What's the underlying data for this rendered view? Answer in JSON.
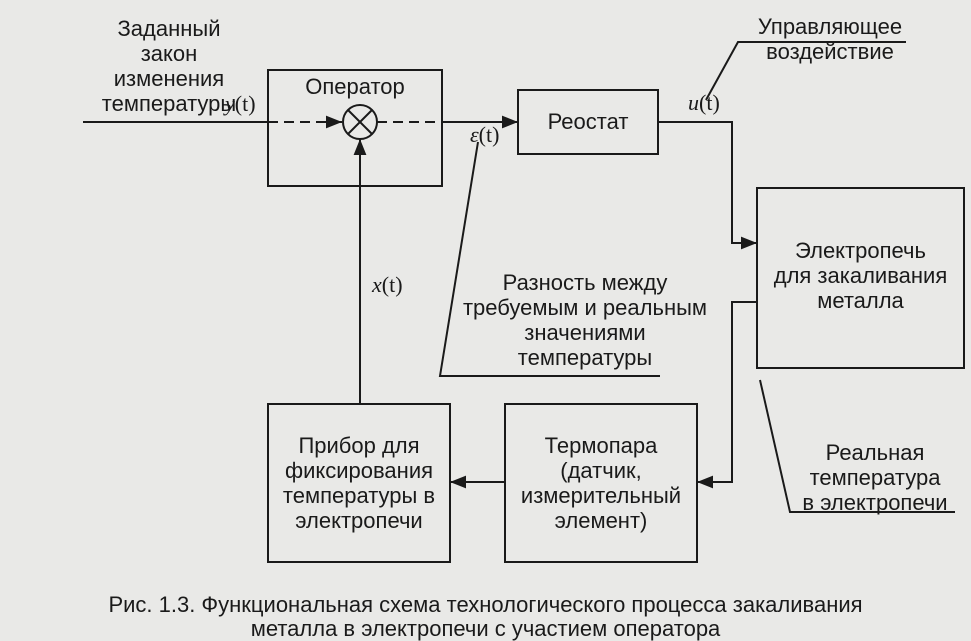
{
  "diagram": {
    "nodes": {
      "setpoint": "Заданный\nзакон\nизменения\nтемпературы",
      "operator": "Оператор",
      "rheostat": "Реостат",
      "control_action": "Управляющее\nвоздействие",
      "furnace": "Электропечь\nдля закаливания\nметалла",
      "difference": "Разность между\nтребуемым и реальным\nзначениями\nтемпературы",
      "instrument": "Прибор для\nфиксирования\nтемпературы в\nэлектропечи",
      "thermocouple": "Термопара\n(датчик,\nизмерительный\nэлемент)",
      "real_temp": "Реальная\nтемпература\nв электропечи"
    },
    "signals": {
      "y": {
        "name": "y",
        "arg": "(t)"
      },
      "u": {
        "name": "u",
        "arg": "(t)"
      },
      "eps": {
        "name": "ε",
        "arg": "(t)"
      },
      "x": {
        "name": "x",
        "arg": "(t)"
      }
    },
    "caption_line1": "Рис. 1.3. Функциональная схема технологического процесса закаливания",
    "caption_line2": "металла в электропечи с участием оператора"
  }
}
